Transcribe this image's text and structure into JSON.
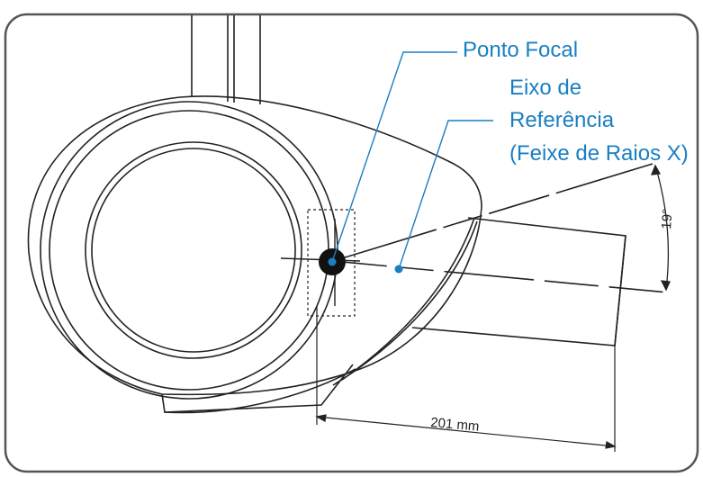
{
  "labels": {
    "focal_point": "Ponto Focal",
    "reference_axis_line1": "Eixo de",
    "reference_axis_line2": "Referência",
    "reference_axis_line3": "(Feixe de Raios X)",
    "angle": "19°",
    "distance": "201 mm"
  },
  "colors": {
    "accent": "#1a7fc1",
    "outline": "#222222",
    "frame": "#555555"
  }
}
